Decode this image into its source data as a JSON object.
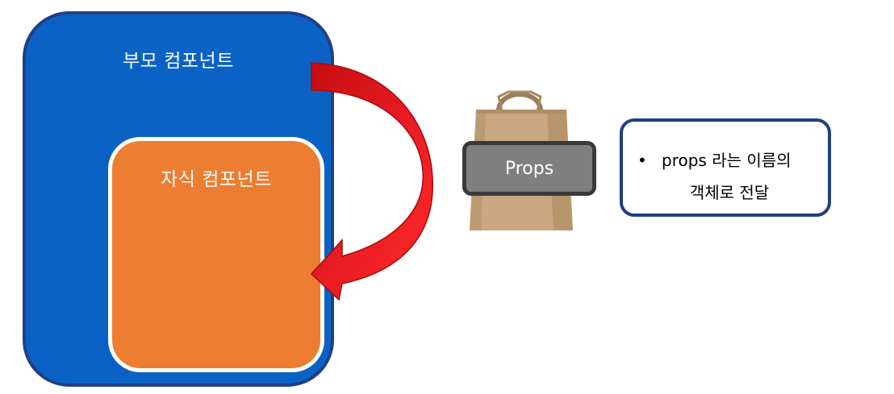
{
  "diagram": {
    "parent_component_label": "부모 컴포넌트",
    "child_component_label": "자식 컴포넌트",
    "props_label": "Props",
    "description": {
      "bullet": "•",
      "line1": "props 라는 이름의",
      "line2": "객체로 전달"
    },
    "colors": {
      "parent_fill": "#0a63c4",
      "child_fill": "#ed7d31",
      "arrow": "#e31b23",
      "props_fill": "#7f7f7f",
      "desc_border": "#1f3f88"
    },
    "icons": [
      "curved-arrow-icon",
      "paper-bag-icon"
    ]
  }
}
